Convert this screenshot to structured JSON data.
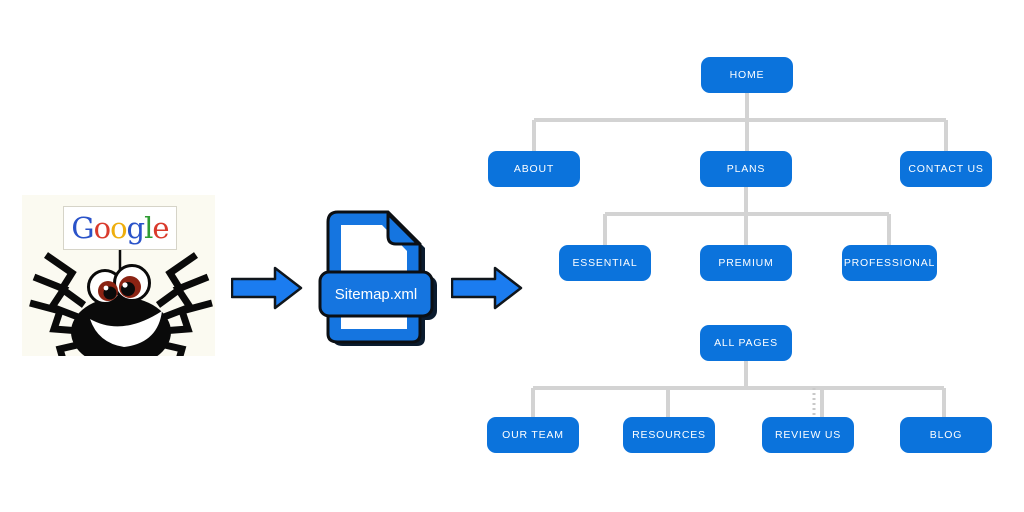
{
  "google_card": {
    "logo_letters": [
      "G",
      "o",
      "o",
      "g",
      "l",
      "e"
    ],
    "logo_letter_colors": [
      "#2a53c9",
      "#d93a2b",
      "#eeae0d",
      "#2a53c9",
      "#2f9c33",
      "#d93a2b"
    ],
    "description_icon": "google-spider-crawler"
  },
  "sitemap_icon": {
    "label": "Sitemap.xml"
  },
  "tree": {
    "nodes": [
      {
        "id": "home",
        "label": "HOME"
      },
      {
        "id": "about",
        "label": "ABOUT"
      },
      {
        "id": "plans",
        "label": "PLANS"
      },
      {
        "id": "contact-us",
        "label": "CONTACT US"
      },
      {
        "id": "essential",
        "label": "ESSENTIAL"
      },
      {
        "id": "premium",
        "label": "PREMIUM"
      },
      {
        "id": "professional",
        "label": "PROFESSIONAL"
      },
      {
        "id": "all-pages",
        "label": "ALL PAGES"
      },
      {
        "id": "our-team",
        "label": "OUR TEAM"
      },
      {
        "id": "resources",
        "label": "RESOURCES"
      },
      {
        "id": "review-us",
        "label": "REVIEW US"
      },
      {
        "id": "blog",
        "label": "BLOG"
      }
    ],
    "hierarchy": {
      "HOME": [
        "ABOUT",
        "PLANS",
        "CONTACT US"
      ],
      "PLANS": [
        "ESSENTIAL",
        "PREMIUM",
        "PROFESSIONAL"
      ],
      "ALL PAGES": [
        "OUR TEAM",
        "RESOURCES",
        "REVIEW US",
        "BLOG"
      ]
    }
  },
  "colors": {
    "node_blue": "#0b73dc",
    "arrow_blue": "#1b7cf0",
    "icon_blue": "#1575e0",
    "icon_shadow": "#0a1b2e",
    "connector_gray": "#d3d3d3",
    "card_background": "#fbfaf1"
  }
}
